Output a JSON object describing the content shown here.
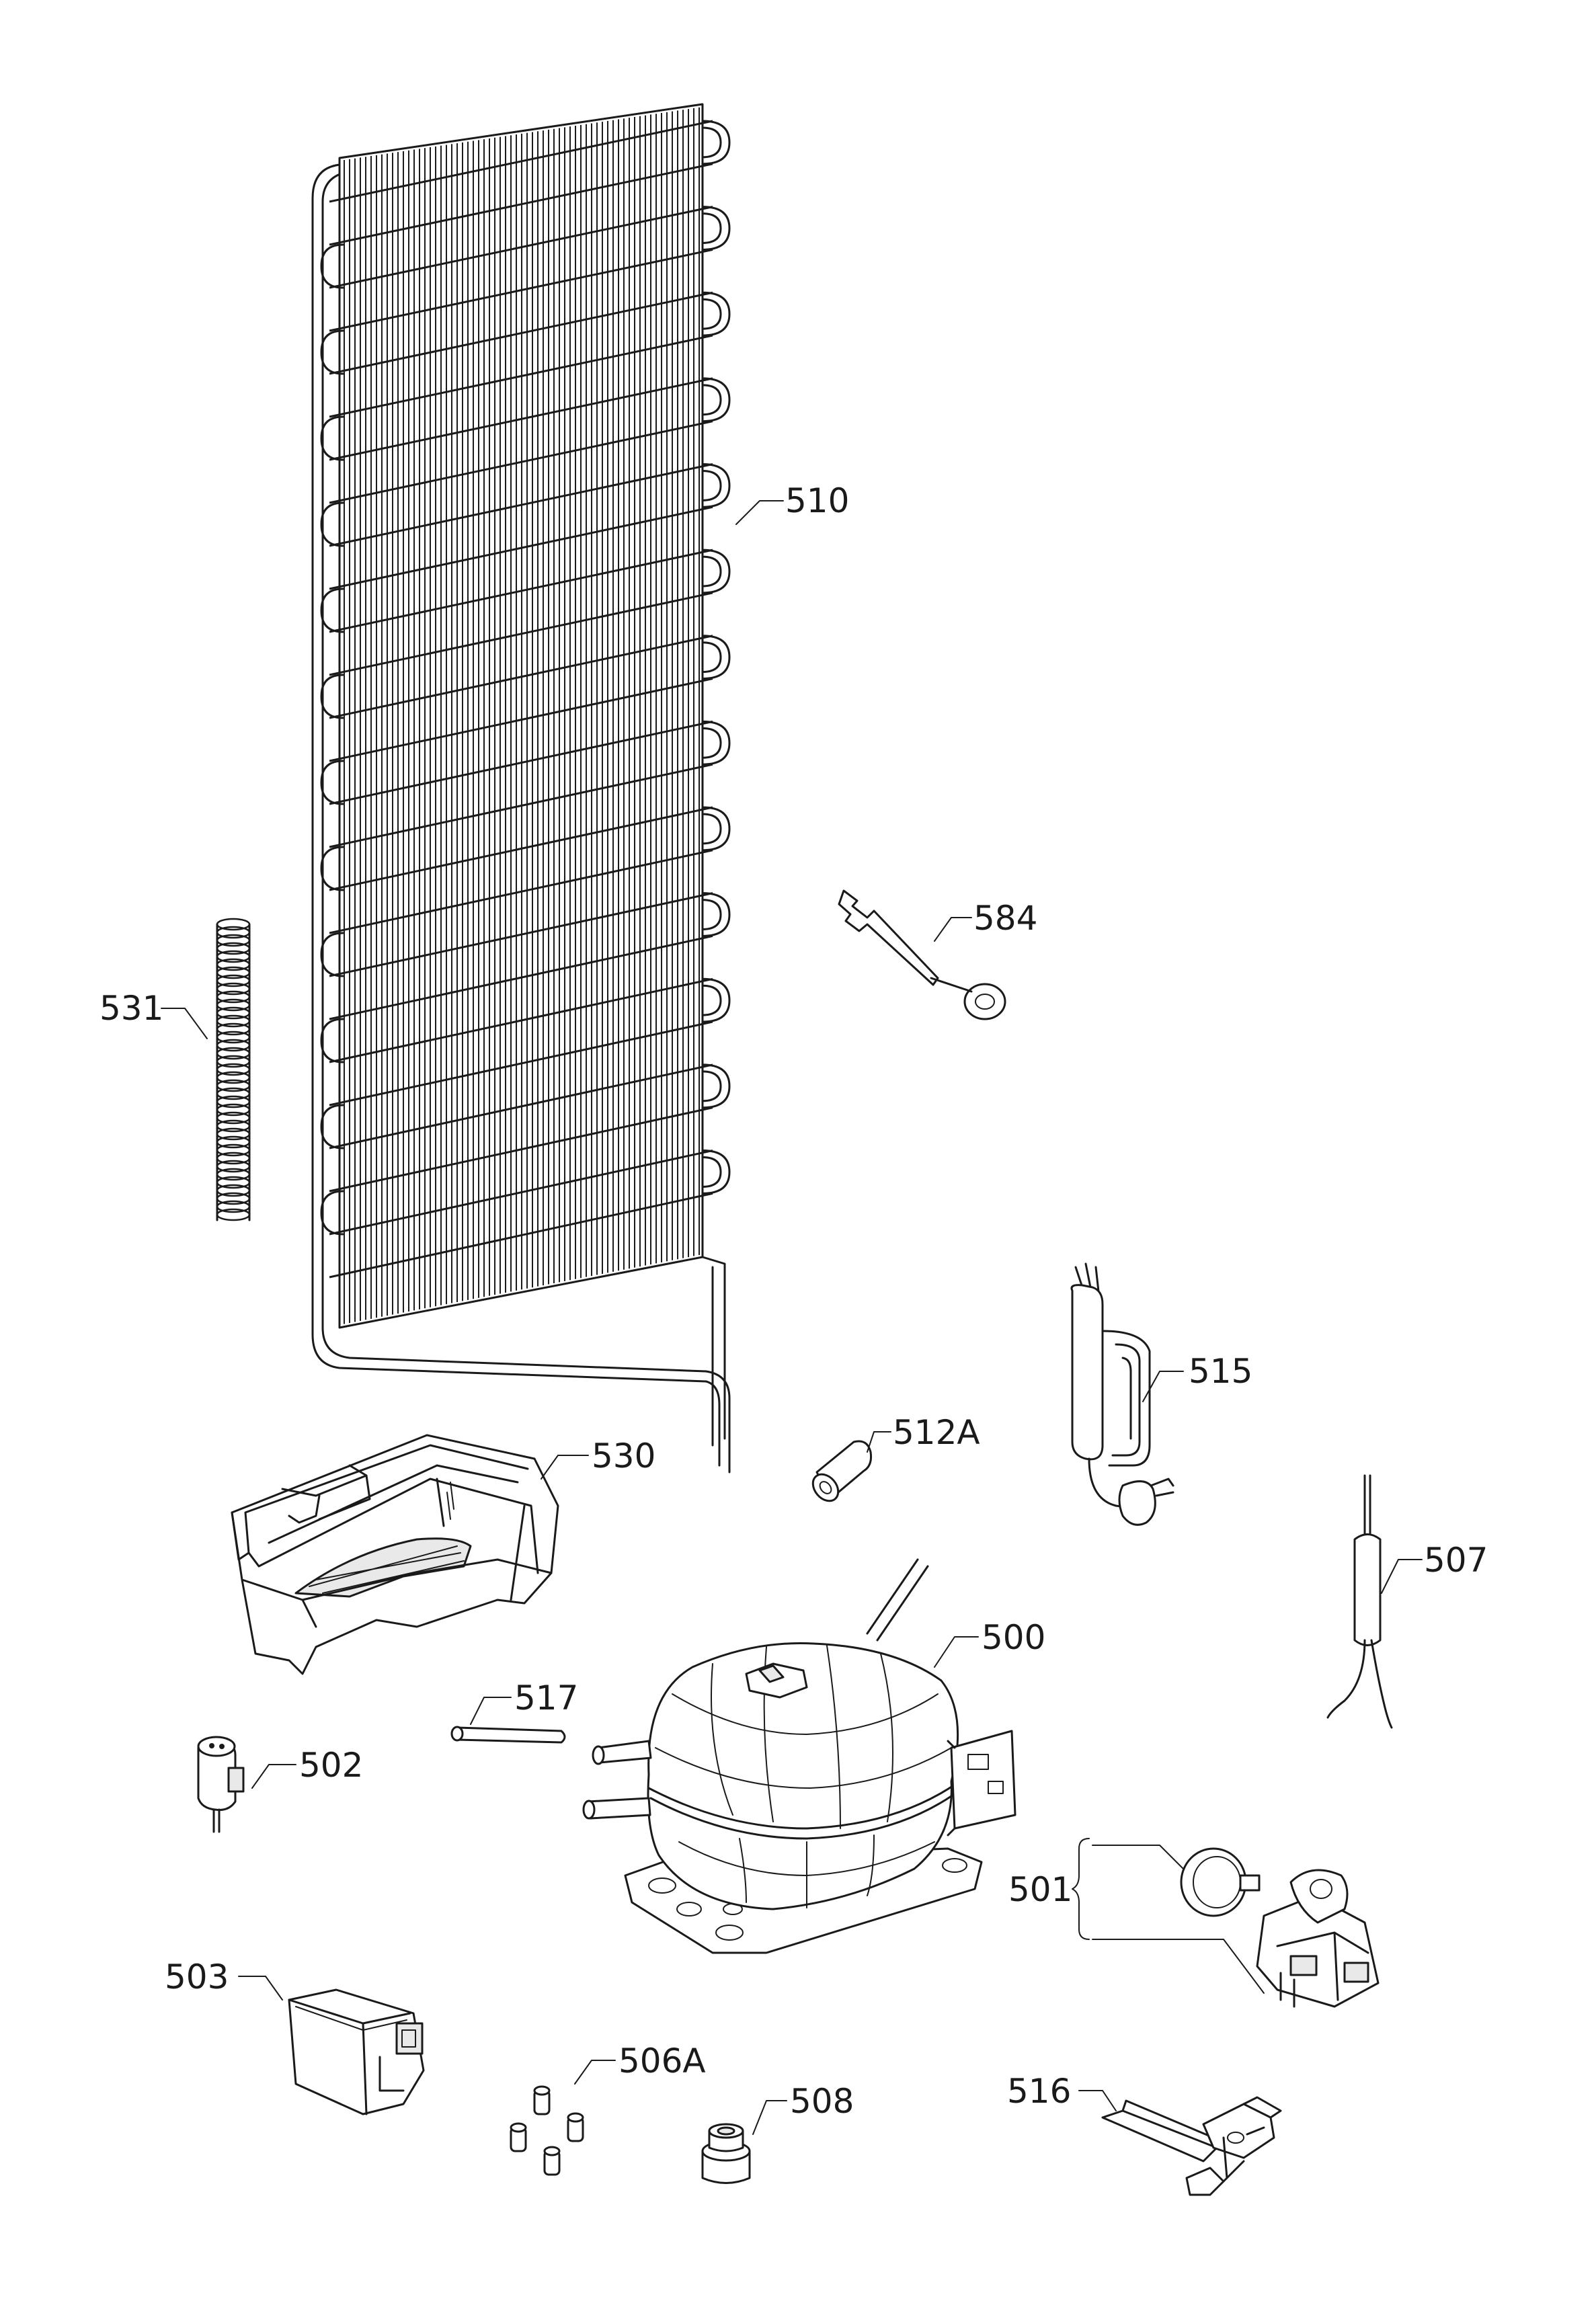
{
  "diagram": {
    "labels": {
      "p510": "510",
      "p584": "584",
      "p531": "531",
      "p515": "515",
      "p512a": "512A",
      "p530": "530",
      "p507": "507",
      "p500": "500",
      "p517": "517",
      "p502": "502",
      "p501": "501",
      "p503": "503",
      "p506a": "506A",
      "p508": "508",
      "p516": "516"
    }
  }
}
